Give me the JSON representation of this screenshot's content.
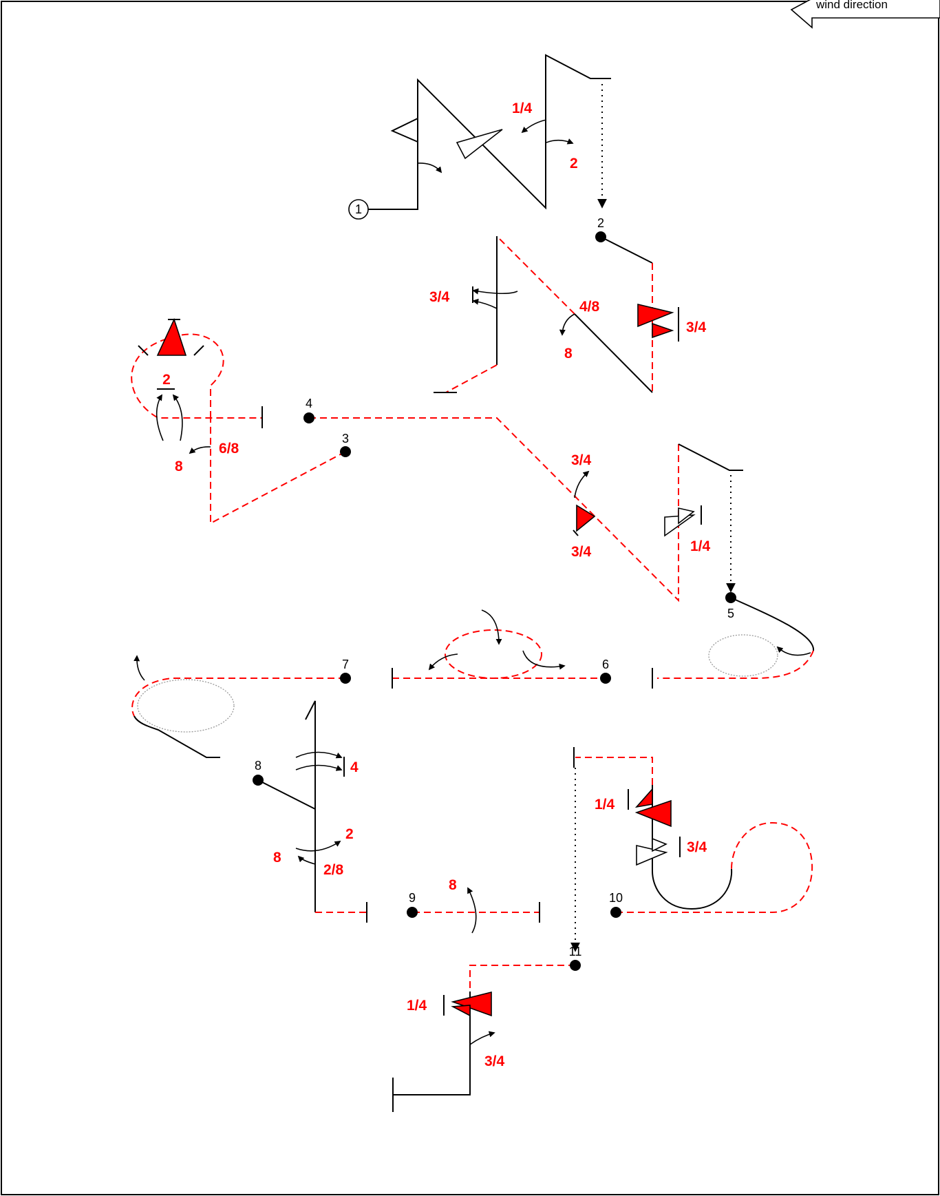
{
  "wind": {
    "label": "wind direction"
  },
  "start_marker": "1",
  "stations": [
    "2",
    "3",
    "4",
    "5",
    "6",
    "7",
    "8",
    "9",
    "10",
    "11"
  ],
  "labels": {
    "a_1_4": "1/4",
    "a_2": "2",
    "b_3_4_left": "3/4",
    "b_4_8": "4/8",
    "b_8": "8",
    "b_3_4_right": "3/4",
    "c_2": "2",
    "c_6_8": "6/8",
    "c_8": "8",
    "d_3_4_top": "3/4",
    "d_3_4_bottom": "3/4",
    "d_1_4": "1/4",
    "h_4": "4",
    "h_2": "2",
    "h_8": "8",
    "h_2_8": "2/8",
    "i_8": "8",
    "j_1_4": "1/4",
    "j_3_4": "3/4",
    "k_1_4": "1/4",
    "k_3_4": "3/4"
  },
  "colors": {
    "route": "#000000",
    "dashed_route": "#ff0000",
    "gates": "#ff0000",
    "ground_path": "#999999"
  }
}
